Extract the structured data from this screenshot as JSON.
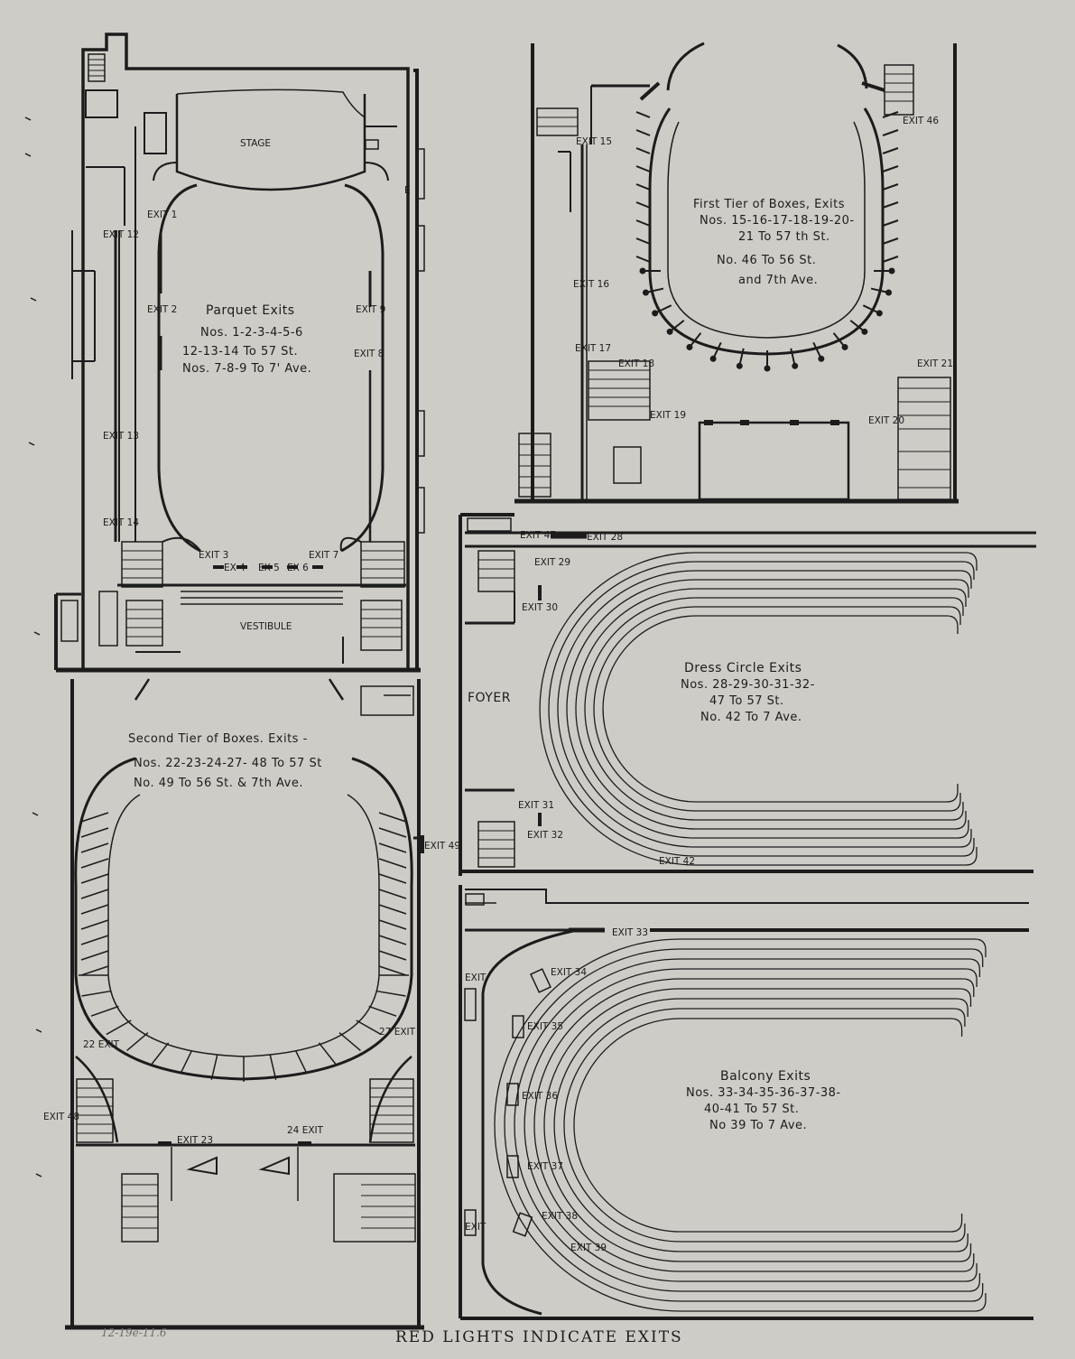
{
  "footer": "RED LIGHTS INDICATE EXITS",
  "handwritten_note": "12-19e-11.6",
  "plans": {
    "parquet": {
      "stage": "STAGE",
      "vestibule": "VESTIBULE",
      "title": "Parquet Exits",
      "lines": [
        "Nos. 1-2-3-4-5-6",
        "12-13-14 To 57 St.",
        "Nos. 7-8-9 To 7' Ave."
      ],
      "exits": {
        "e1": "EXIT 1",
        "e2": "EXIT 2",
        "e3": "EXIT 3",
        "e4": "EX 4",
        "e5": "EX 5",
        "e6": "EX 6",
        "e7": "EXIT 7",
        "e8": "EXIT 8",
        "e9": "EXIT 9",
        "e12": "EXIT 12",
        "e13": "EXIT 13",
        "e14": "EXIT 14",
        "eE": "E"
      }
    },
    "first_tier": {
      "title": "First Tier of Boxes, Exits",
      "lines": [
        "Nos. 15-16-17-18-19-20-",
        "21 To 57 th St.",
        "No. 46 To 56 St.",
        "and 7th Ave."
      ],
      "exits": {
        "e15": "EXIT 15",
        "e16": "EXIT 16",
        "e17": "EXIT 17",
        "e18": "EXIT 18",
        "e19": "EXIT 19",
        "e20": "EXIT 20",
        "e21": "EXIT 21",
        "e46": "EXIT 46"
      }
    },
    "second_tier": {
      "title": "Second Tier of Boxes. Exits -",
      "lines": [
        "Nos. 22-23-24-27- 48 To 57 St",
        "No. 49 To 56 St. & 7th Ave."
      ],
      "exits": {
        "e22": "22 EXIT",
        "e23": "EXIT 23",
        "e24": "24 EXIT",
        "e27": "27 EXIT",
        "e48": "EXIT 48",
        "e49": "EXIT 49"
      }
    },
    "dress_circle": {
      "foyer": "FOYER",
      "title": "Dress Circle Exits",
      "lines": [
        "Nos. 28-29-30-31-32-",
        "47 To 57 St.",
        "No. 42 To 7 Ave."
      ],
      "exits": {
        "e28": "EXIT 28",
        "e29": "EXIT 29",
        "e30": "EXIT 30",
        "e31": "EXIT 31",
        "e32": "EXIT 32",
        "e42": "EXIT 42",
        "e47": "EXIT 47"
      }
    },
    "balcony": {
      "title": "Balcony Exits",
      "lines": [
        "Nos. 33-34-35-36-37-38-",
        "40-41 To 57 St.",
        "No 39 To 7 Ave."
      ],
      "exits": {
        "e33": "EXIT 33",
        "e34": "EXIT 34",
        "e35": "EXIT 35",
        "e36": "EXIT 36",
        "e37": "EXIT 37",
        "e38": "EXIT 38",
        "e39": "EXIT 39",
        "eL1": "EXIT",
        "eL2": "EXIT"
      }
    }
  }
}
